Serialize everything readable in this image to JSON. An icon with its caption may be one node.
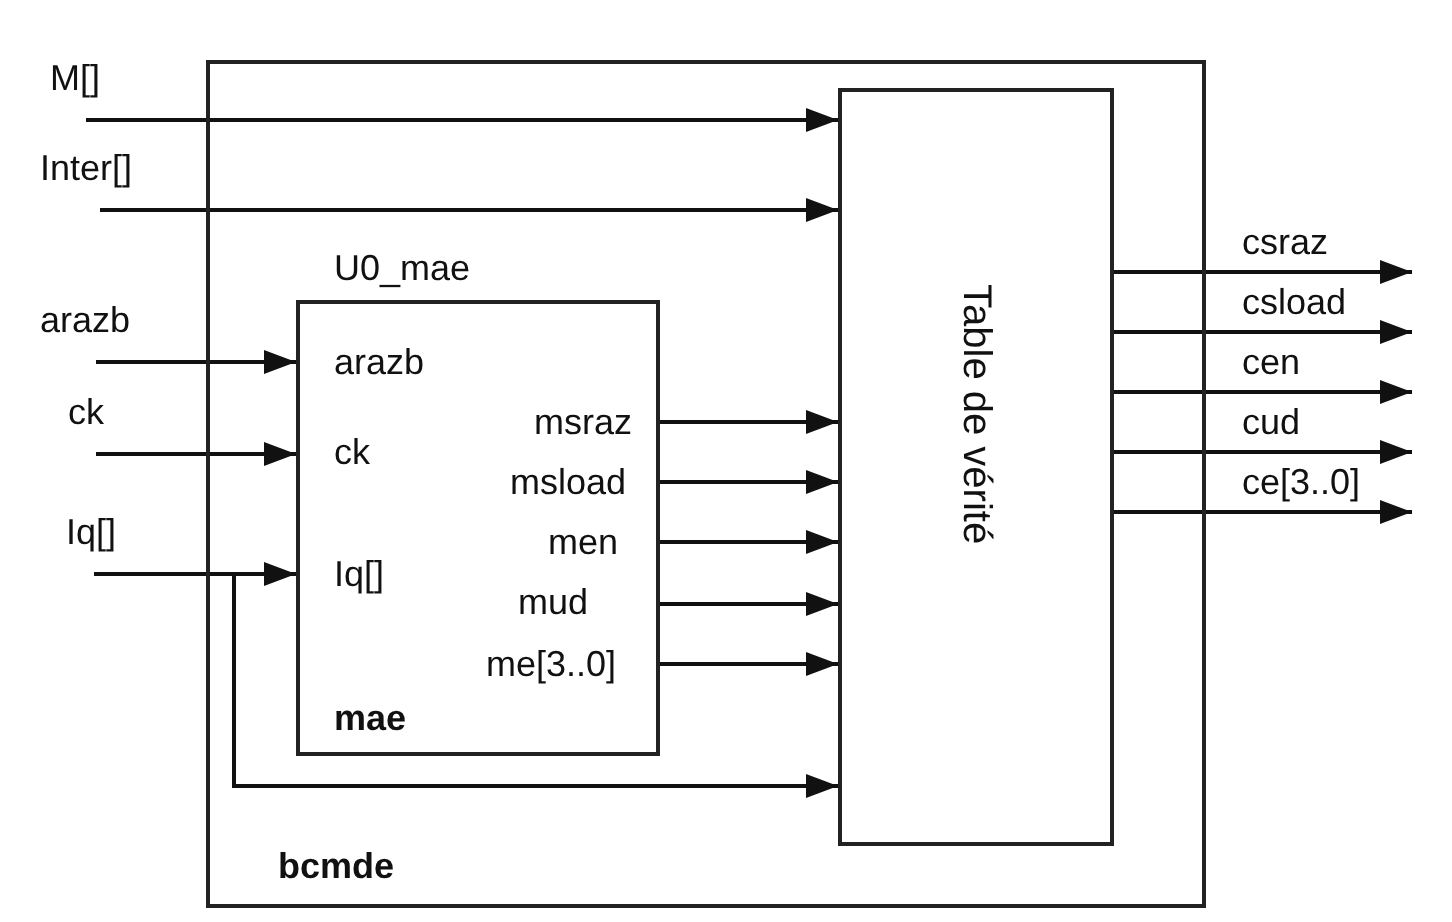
{
  "diagram": {
    "nodes": [
      {
        "text": [
          "bcmde"
        ]
      },
      {
        "text": [
          "M[]"
        ]
      },
      {
        "text": [
          "Inter[]"
        ]
      },
      {
        "text": [
          "arazb"
        ]
      },
      {
        "text": [
          "ck"
        ]
      },
      {
        "text": [
          "Iq[]"
        ]
      },
      {
        "text": [
          "U0_mae",
          "arazb",
          "ck",
          "Iq[]",
          "msraz",
          "msload",
          "men",
          "mud",
          "me[3..0]",
          "mae"
        ],
        "in": 0
      },
      {
        "text": [
          "Table de vérité"
        ],
        "in": 0
      }
    ],
    "edges": [
      {
        "from": 1,
        "to": 7,
        "arrow": "to"
      },
      {
        "from": 2,
        "to": 7,
        "arrow": "to"
      },
      {
        "from": 3,
        "to": 6,
        "arrow": "to"
      },
      {
        "from": 4,
        "to": 6,
        "arrow": "to"
      },
      {
        "from": 5,
        "to": 6,
        "arrow": "to"
      },
      {
        "from": 5,
        "to": 7,
        "arrow": "to"
      },
      {
        "from": 6,
        "to": 7,
        "arrow": "to"
      },
      {
        "from": 6,
        "to": 7,
        "arrow": "to"
      },
      {
        "from": 6,
        "to": 7,
        "arrow": "to"
      },
      {
        "from": 6,
        "to": 7,
        "arrow": "to"
      },
      {
        "from": 6,
        "to": 7,
        "arrow": "to"
      },
      {
        "from": 7,
        "to": null,
        "arrow": "to",
        "label": "csraz"
      },
      {
        "from": 7,
        "to": null,
        "arrow": "to",
        "label": "csload"
      },
      {
        "from": 7,
        "to": null,
        "arrow": "to",
        "label": "cen"
      },
      {
        "from": 7,
        "to": null,
        "arrow": "to",
        "label": "cud"
      },
      {
        "from": 7,
        "to": null,
        "arrow": "to",
        "label": "ce[3..0]"
      }
    ]
  }
}
